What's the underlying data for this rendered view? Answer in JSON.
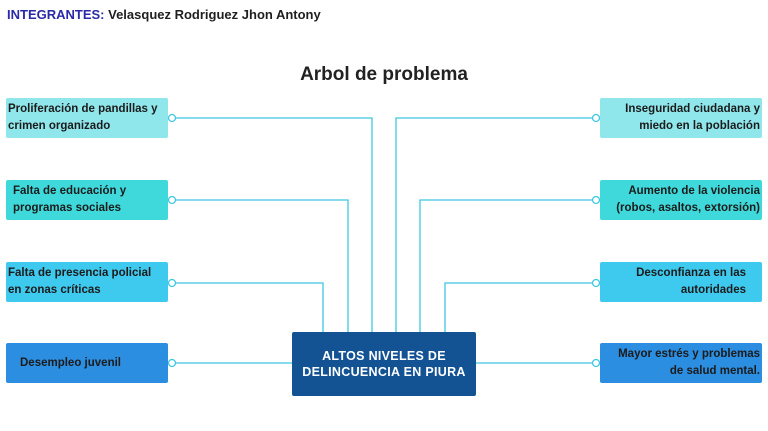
{
  "header": {
    "label": "INTEGRANTES:",
    "members": "Velasquez Rodriguez Jhon Antony"
  },
  "title": "Arbol de problema",
  "center": "ALTOS NIVELES DE DELINCUENCIA EN PIURA",
  "causes": [
    "Proliferación de pandillas y crimen organizado",
    "Falta de  educación y programas sociales",
    "Falta de presencia policial en zonas críticas",
    "Desempleo juvenil"
  ],
  "effects": [
    "Inseguridad ciudadana y miedo en la población",
    "Aumento de la violencia (robos, asaltos, extorsión)",
    "Desconfianza en las autoridades",
    "Mayor estrés y problemas de salud mental."
  ],
  "colors": {
    "row1": "#8fe7ec",
    "row2": "#3fd9db",
    "row3": "#3ec9ef",
    "row4": "#2c8ee1",
    "center": "#135393",
    "connector": "#3fc7e4"
  }
}
